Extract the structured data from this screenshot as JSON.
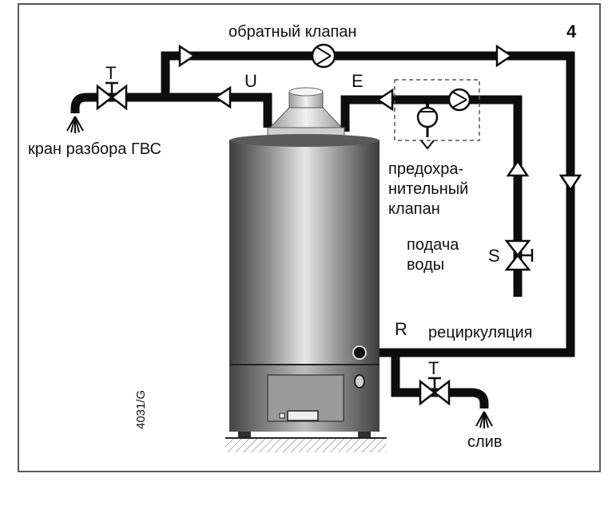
{
  "figure_number": "4",
  "code": "4031/G",
  "labels": {
    "check_valve": "обратный клапан",
    "hot_water_tap": "кран разбора ГВС",
    "safety_valve_line1": "предохра-",
    "safety_valve_line2": "нительный",
    "safety_valve_line3": "клапан",
    "water_supply_line1": "подача",
    "water_supply_line2": "воды",
    "recirculation": "рециркуляция",
    "drain": "слив"
  },
  "markers": {
    "u": "U",
    "e": "E",
    "r": "R",
    "s": "S",
    "t_top": "T",
    "t_bottom": "T"
  },
  "colors": {
    "pipe": "#0d0d0d",
    "frame": "#5a5a5a",
    "tank_dark": "#3a3a3a",
    "tank_light": "#d8d8d8"
  }
}
